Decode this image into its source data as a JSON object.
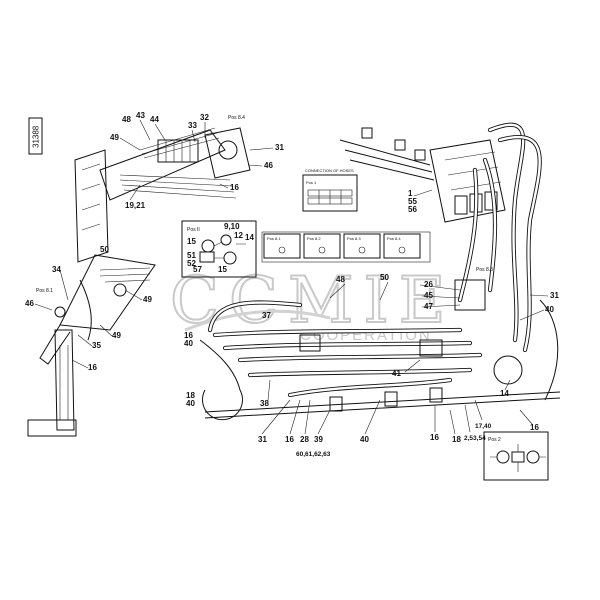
{
  "drawing_id": "31388",
  "watermark": {
    "main": "CCMIE",
    "sub": "COOPERATION"
  },
  "connection_table_title": "CONNECTION OF HOSES",
  "connection_table_pos": "Pos 1",
  "pos_boxes": [
    "Pos 8.1",
    "Pos 8.2",
    "Pos 8.3",
    "Pos 8.4"
  ],
  "inset_labels": {
    "pos_ii": "Pos II",
    "pos_2": "Pos 2"
  },
  "callouts": {
    "c43": "43",
    "c44": "44",
    "c48": "48",
    "c49a": "49",
    "c32": "32",
    "c33": "33",
    "c31a": "31",
    "c46a": "46",
    "c16a": "16",
    "c1921": "19,21",
    "c50a": "50",
    "c34": "34",
    "c46b": "46",
    "c49b": "49",
    "c49c": "49",
    "c35": "35",
    "c16b": "16",
    "c15": "15",
    "c910": "9,10",
    "c12": "12",
    "c14": "14",
    "c5152": "51\n52",
    "c57": "57",
    "c15b": "15",
    "c37": "37",
    "c1640": "16\n40",
    "c48b": "48",
    "c50b": "50",
    "c155": "1\n55\n56",
    "c26": "26",
    "c45": "45",
    "c47": "47",
    "c31b": "31",
    "c40a": "40",
    "c38": "38",
    "c1840": "18\n40",
    "c31c": "31",
    "c16c": "16",
    "c28": "28",
    "c39": "39",
    "c60": "60,61,62,63",
    "c40b": "40",
    "c41": "41",
    "c16d": "16",
    "c18": "18",
    "c253": "2,53,54",
    "c1740": "17,40",
    "c14b": "14",
    "c16e": "16"
  },
  "pos_marks": {
    "p84": "Pos 8.4",
    "p81": "Pos 8.1",
    "p83": "Pos 8.3"
  }
}
